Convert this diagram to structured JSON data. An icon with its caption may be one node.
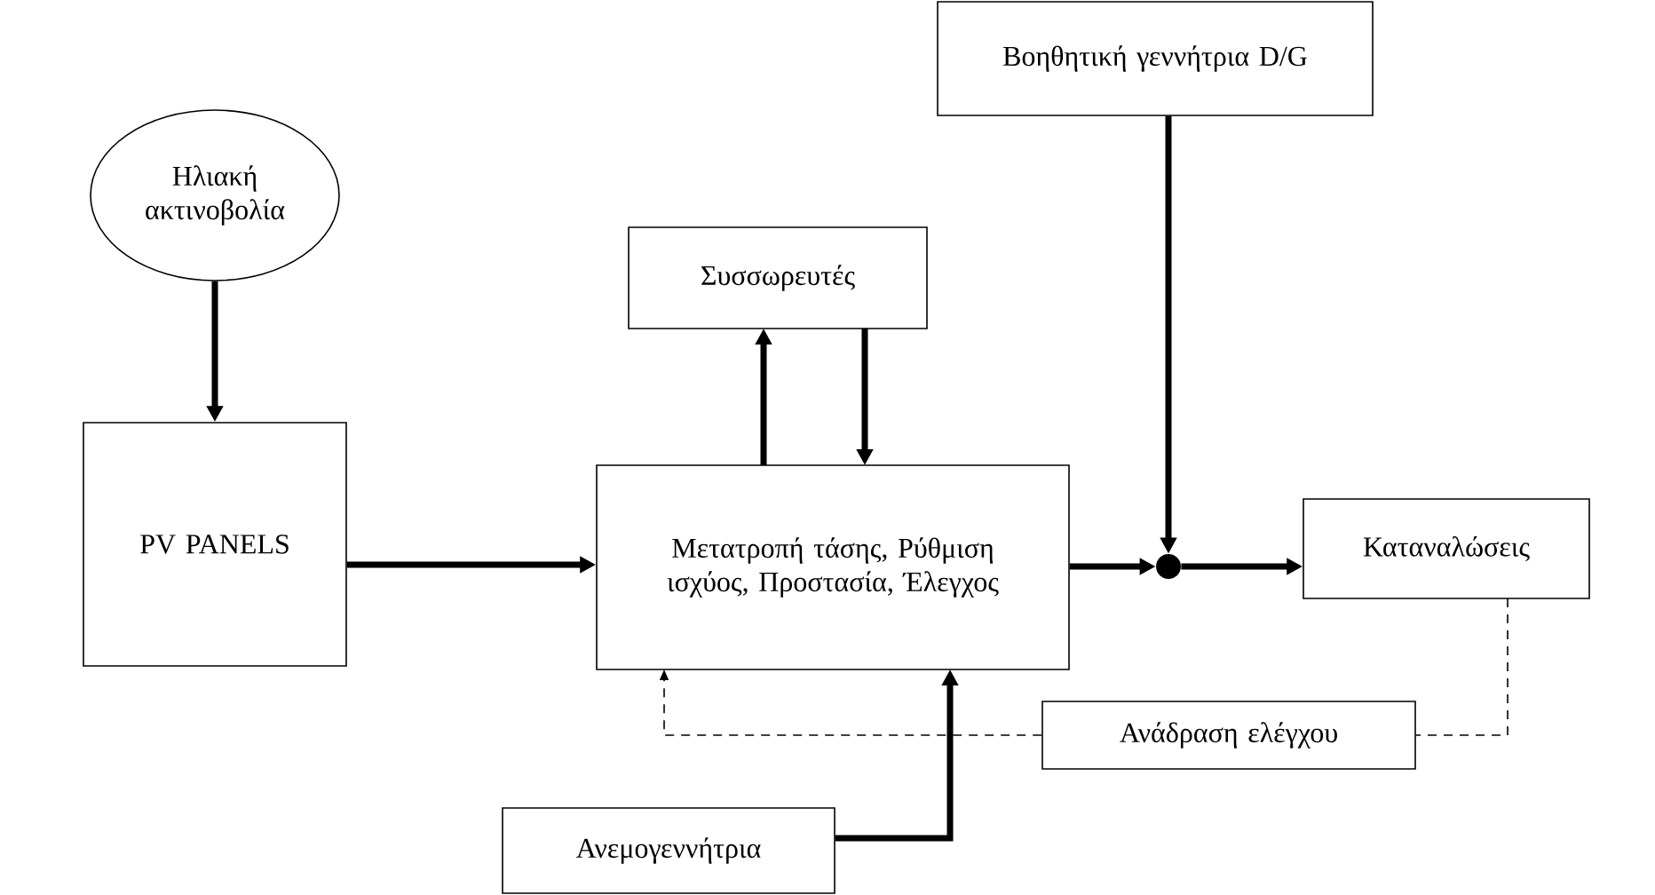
{
  "diagram": {
    "nodes": [
      {
        "text": [
          "Ηλιακή ακτινοβολία"
        ]
      },
      {
        "text": [
          "PV PANELS"
        ]
      },
      {
        "text": [
          "Συσσωρευτές"
        ]
      },
      {
        "text": [
          "Μετατροπή τάσης, Ρύθμιση ισχύος, Προστασία, Έλεγχος"
        ]
      },
      {
        "text": [
          "Βοηθητική γεννήτρια D/G"
        ]
      },
      {
        "text": [],
        "shape": "circle"
      },
      {
        "text": [
          "Καταναλώσεις"
        ]
      },
      {
        "text": [
          "Ανάδραση ελέγχου"
        ]
      },
      {
        "text": [
          "Ανεμογεννήτρια"
        ]
      }
    ],
    "edges": [
      {
        "from": 0,
        "to": 1,
        "arrow": "to"
      },
      {
        "from": 1,
        "to": 3,
        "arrow": "to"
      },
      {
        "from": 3,
        "to": 2,
        "arrow": "to"
      },
      {
        "from": 2,
        "to": 3,
        "arrow": "to"
      },
      {
        "from": 4,
        "to": 5,
        "arrow": "to"
      },
      {
        "from": 3,
        "to": 5,
        "arrow": "to"
      },
      {
        "from": 5,
        "to": 6,
        "arrow": "to"
      },
      {
        "from": 8,
        "to": 3,
        "arrow": "to"
      },
      {
        "from": 6,
        "to": 7,
        "arrow": "none",
        "style": "dashed"
      },
      {
        "from": 7,
        "to": 3,
        "arrow": "to",
        "style": "dashed"
      }
    ]
  }
}
